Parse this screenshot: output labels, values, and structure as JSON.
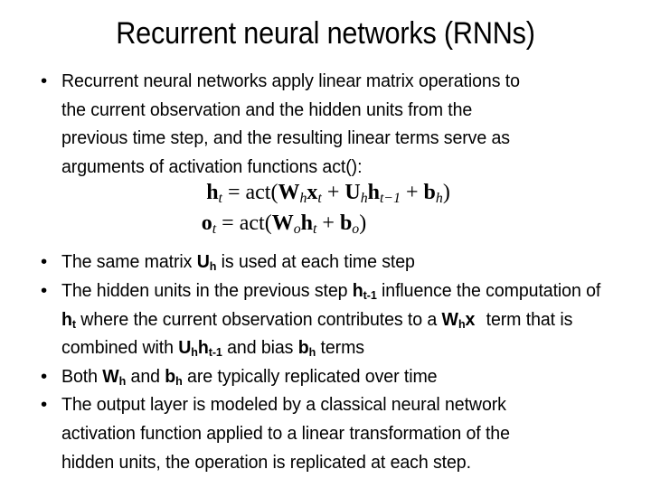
{
  "slide": {
    "title": "Recurrent neural networks (RNNs)",
    "background_color": "#ffffff",
    "text_color": "#000000",
    "bullet_marker": "•"
  },
  "bullets": [
    {
      "id": "bullet-intro",
      "lines": [
        "Recurrent neural networks apply linear matrix operations to",
        "the current observation and the hidden units from the",
        "previous time step, and the resulting linear terms serve as",
        "arguments of activation functions act():"
      ],
      "text": "Recurrent neural networks apply linear matrix operations to the current observation and the hidden units from the previous time step, and the resulting linear terms serve as arguments of activation functions act():"
    },
    {
      "id": "bullet-same-matrix",
      "text": "The same matrix Uh is used at each time step",
      "segments": [
        {
          "t": "The same matrix "
        },
        {
          "v": "U",
          "sub": "h"
        },
        {
          "t": " is used at each time step"
        }
      ]
    },
    {
      "id": "bullet-hidden-units",
      "text": "The hidden units in the previous step ht-1 influence the computation of ht where the current observation contributes to a Whx  term that is combined with Uhht-1 and bias bh terms",
      "segments": [
        {
          "t": "The hidden units in the previous step "
        },
        {
          "v": "h",
          "sub": "t-1"
        },
        {
          "t": " influence the computation of "
        },
        {
          "v": "h",
          "sub": "t"
        },
        {
          "t": " where the current observation contributes to a "
        },
        {
          "v": "W",
          "sub": "h"
        },
        {
          "v": "x",
          "sub": ""
        },
        {
          "gap": true
        },
        {
          "t": "term that is combined with "
        },
        {
          "v": "U",
          "sub": "h"
        },
        {
          "v": "h",
          "sub": "t-1"
        },
        {
          "t": " and bias "
        },
        {
          "v": "b",
          "sub": "h"
        },
        {
          "t": " terms"
        }
      ]
    },
    {
      "id": "bullet-replicated",
      "text": "Both Wh and bh are typically replicated over time",
      "segments": [
        {
          "t": "Both "
        },
        {
          "v": "W",
          "sub": "h"
        },
        {
          "t": " and "
        },
        {
          "v": "b",
          "sub": "h"
        },
        {
          "t": " are typically replicated over time"
        }
      ]
    },
    {
      "id": "bullet-output-layer",
      "text": "The output layer is modeled by a classical neural network activation function applied to a linear transformation of the hidden units, the operation is replicated at each  step.",
      "lines": [
        "The output layer is modeled by a classical neural network",
        "activation function applied to a linear transformation of the",
        "hidden units, the operation is replicated at each  step."
      ]
    }
  ],
  "equations": [
    {
      "id": "equation-hidden-state",
      "plain": "h_t = act(W_h x_t + U_h h_{t-1} + b_h)",
      "lhs_var": "h",
      "lhs_sub": "t",
      "fn": "act",
      "terms": [
        "W_h x_t",
        "U_h h_{t-1}",
        "b_h"
      ]
    },
    {
      "id": "equation-output",
      "plain": "o_t = act(W_o h_t + b_o)",
      "lhs_var": "o",
      "lhs_sub": "t",
      "fn": "act",
      "terms": [
        "W_o h_t",
        "b_o"
      ]
    }
  ],
  "math_symbols": {
    "equals": "=",
    "plus": "+",
    "paren_open": "(",
    "paren_close": ")",
    "act": "act"
  }
}
